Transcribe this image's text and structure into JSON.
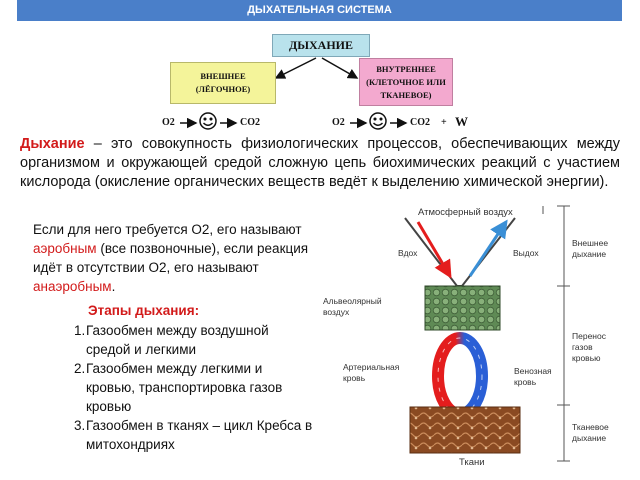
{
  "header": {
    "title": "ДЫХАТЕЛЬНАЯ СИСТЕМА"
  },
  "scheme": {
    "main": "ДЫХАНИЕ",
    "outer": {
      "line1": "ВНЕШНЕЕ",
      "line2": "(ЛЁГОЧНОЕ)"
    },
    "inner": {
      "line1": "ВНУТРЕННЕЕ",
      "line2": "(КЛЕТОЧНОЕ ИЛИ",
      "line3": "ТКАНЕВОЕ)"
    },
    "eq_left": {
      "o2": "O2",
      "co2": "CO2"
    },
    "eq_right": {
      "o2": "O2",
      "co2": "CO2",
      "plus": "+",
      "w": "W"
    }
  },
  "definition": {
    "term": "Дыхание",
    "text": " – это совокупность физиологических процессов, обеспечивающих между организмом и окружающей средой сложную цепь биохимических реакций с участием кислорода (окисление органических веществ ведёт к выделению химической энергии)."
  },
  "aerobic": {
    "p1": "Если для него требуется О2, его называют ",
    "aerobic_word": "аэробным",
    "p2": " (все позвоночные), если реакция идёт в отсутствии О2, его называют ",
    "anaerobic_word": "анаэробным",
    "p3": "."
  },
  "stages": {
    "title": "Этапы дыхания:",
    "items": [
      {
        "num": "1.",
        "text": "Газообмен между воздушной средой и легкими"
      },
      {
        "num": "2.",
        "text": "Газообмен между легкими и кровью, транспортировка газов кровью"
      },
      {
        "num": "3.",
        "text": "Газообмен в тканях – цикл Кребса в митохондриях"
      }
    ]
  },
  "diagram": {
    "atm_air": "Атмосферный воздух",
    "inhale": "Вдох",
    "exhale": "Выдох",
    "alveolar_1": "Альвеолярный",
    "alveolar_2": "воздух",
    "arterial_1": "Артериальная",
    "arterial_2": "кровь",
    "venous_1": "Венозная",
    "venous_2": "кровь",
    "tissues": "Ткани",
    "side": {
      "external_1": "Внешнее",
      "external_2": "дыхание",
      "transport_1": "Перенос",
      "transport_2": "газов",
      "transport_3": "кровью",
      "tissue_1": "Тканевое",
      "tissue_2": "дыхание"
    }
  },
  "colors": {
    "header_bg": "#4a7fc9",
    "accent_red": "#d21a1a",
    "outer_box": "#f4f49a",
    "inner_box": "#f3a9cf",
    "main_box": "#b9e2ec"
  }
}
